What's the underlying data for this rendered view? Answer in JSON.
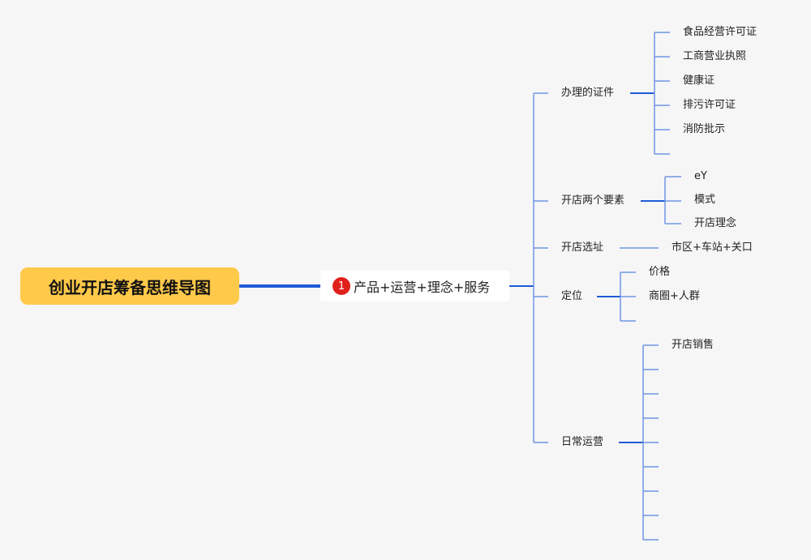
{
  "root": {
    "label": "创业开店筹备思维导图"
  },
  "main": {
    "label": "产品+运营+理念+服务",
    "priority": "1",
    "priority_color": "#e0211b"
  },
  "branches": [
    {
      "label": "办理的证件",
      "children": [
        "食品经营许可证",
        "工商营业执照",
        "健康证",
        "排污许可证",
        "消防批示",
        ""
      ]
    },
    {
      "label": "开店两个要素",
      "children": [
        "eY",
        "模式",
        "开店理念"
      ]
    },
    {
      "label": "开店选址",
      "children": [
        "市区+车站+关口"
      ]
    },
    {
      "label": "定位",
      "children": [
        "价格",
        "商圈+人群",
        ""
      ]
    },
    {
      "label": "日常运营",
      "children": [
        "开店销售",
        "",
        "",
        "",
        "",
        "",
        "",
        "",
        ""
      ]
    }
  ],
  "colors": {
    "background": "#f6f6f7",
    "root_fill": "#ffc94a",
    "line_main": "#1f5bd6",
    "line_leaf": "#6e95e4"
  }
}
